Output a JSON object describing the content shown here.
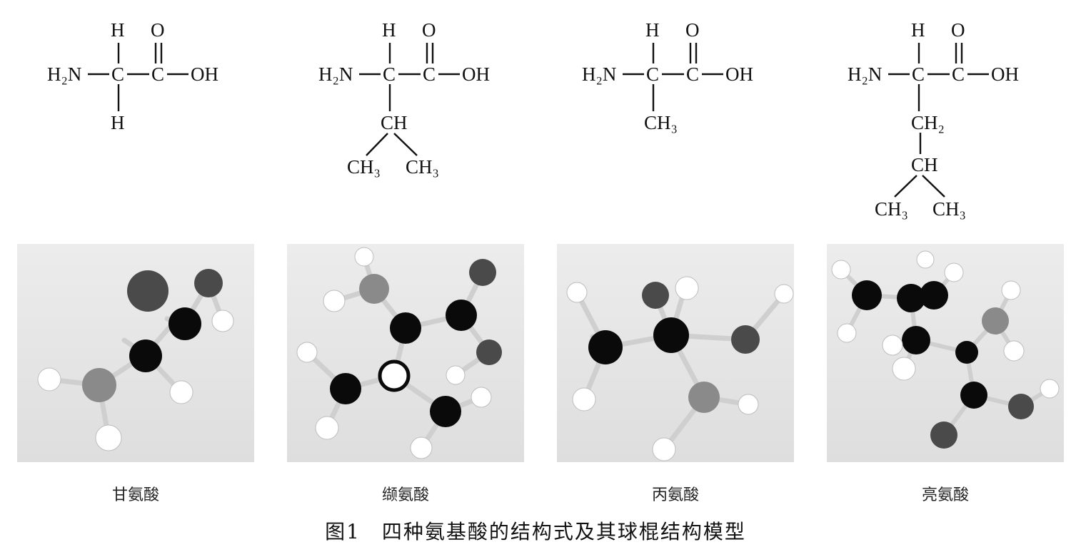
{
  "formulas": {
    "glycine": {
      "top_h": "H",
      "top_o": "O",
      "nh2": "H₂N",
      "c1": "C",
      "c2": "C",
      "oh": "OH",
      "bottom": "H"
    },
    "valine": {
      "top_h": "H",
      "top_o": "O",
      "nh2": "H₂N",
      "c1": "C",
      "c2": "C",
      "oh": "OH",
      "ch": "CH",
      "ch3_left": "CH₃",
      "ch3_right": "CH₃"
    },
    "alanine": {
      "top_h": "H",
      "top_o": "O",
      "nh2": "H₂N",
      "c1": "C",
      "c2": "C",
      "oh": "OH",
      "ch3": "CH₃"
    },
    "leucine": {
      "top_h": "H",
      "top_o": "O",
      "nh2": "H₂N",
      "c1": "C",
      "c2": "C",
      "oh": "OH",
      "ch2": "CH₂",
      "ch": "CH",
      "ch3_left": "CH₃",
      "ch3_right": "CH₃"
    }
  },
  "captions": [
    "甘氨酸",
    "缬氨酸",
    "丙氨酸",
    "亮氨酸"
  ],
  "figure_title": "图1　四种氨基酸的结构式及其球棍结构模型",
  "colors": {
    "carbon": "#0a0a0a",
    "hydrogen": "#ffffff",
    "oxygen": "#4a4a4a",
    "nitrogen": "#8a8a8a",
    "stick": "#cfcfcf"
  }
}
